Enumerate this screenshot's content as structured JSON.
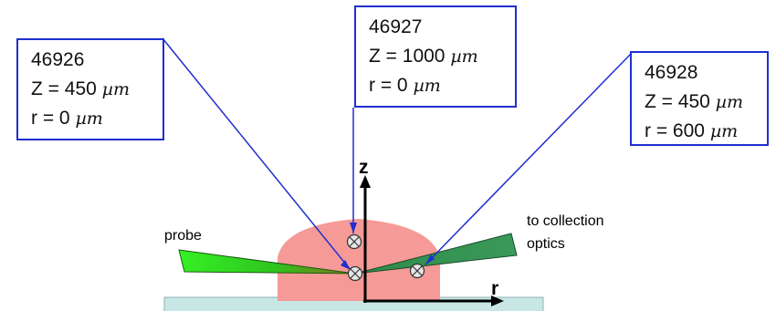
{
  "shots": [
    {
      "shot": "46926",
      "z_label": "Z = 450",
      "r_label": "r = 0",
      "unit": "µm"
    },
    {
      "shot": "46927",
      "z_label": "Z = 1000",
      "r_label": "r = 0",
      "unit": "µm"
    },
    {
      "shot": "46928",
      "z_label": "Z = 450",
      "r_label": "r = 600",
      "unit": "µm"
    }
  ],
  "axes": {
    "z_label": "z",
    "r_label": "r"
  },
  "beams": {
    "probe_label": "probe",
    "collection_label_line1": "to collection",
    "collection_label_line2": "optics"
  },
  "colors": {
    "box_border": "#1f2fd0",
    "pointer_line": "#1f2fd0",
    "plasma": "#f59a96",
    "substrate": "#c8e6e4",
    "probe_beam": "#33ee22",
    "collection_beam": "#2e8b57"
  },
  "icons": {
    "measurement_point": "circle-x-icon"
  }
}
